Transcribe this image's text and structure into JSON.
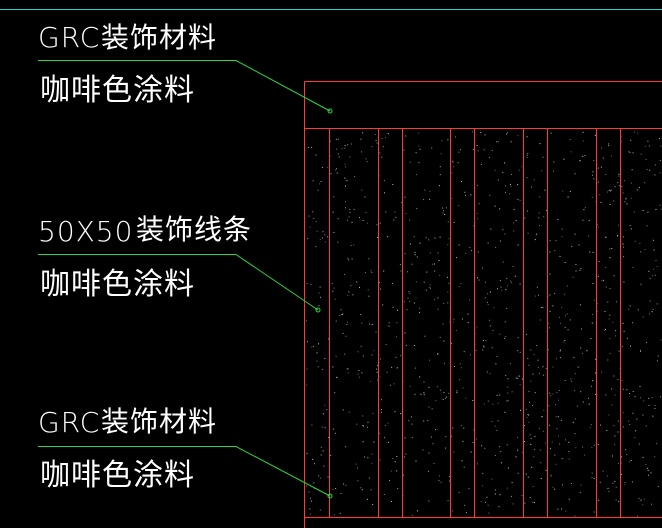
{
  "colors": {
    "background": "#000000",
    "frame_line": "#ff3b2f",
    "leader_line": "#2bd63b",
    "top_rule": "#2ad0d6",
    "text": "#ffffff",
    "speckle": "#d9d9d9"
  },
  "annotations": [
    {
      "code": "GRC",
      "name": "装饰材料",
      "finish": "咖啡色涂料"
    },
    {
      "code": "50X50",
      "name": "装饰线条",
      "finish": "咖啡色涂料"
    },
    {
      "code": "GRC",
      "name": "装饰材料",
      "finish": "咖啡色涂料"
    }
  ]
}
